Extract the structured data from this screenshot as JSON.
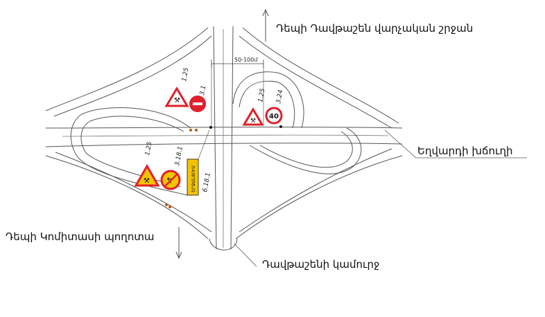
{
  "directions": {
    "north": "Դեպի Դավթաշեն վարչական շրջան",
    "south": "Դեպի Կոմիտասի պողոտա",
    "east": "Եղվարդի խճուղի",
    "bridge": "Դավթաշենի կամուրջ"
  },
  "dimension": "50-100մ",
  "sign_codes": {
    "s1": "1.25",
    "s2": "3.1",
    "s3": "1.25",
    "s4": "3.24",
    "s5": "1.25",
    "s6": "3.18.1",
    "s7": "6.18.1"
  },
  "speed_limit": "40",
  "detour_text": "ՇՐՋԱՆՑՈՒՄ",
  "colors": {
    "sign_red": "#e0202a",
    "sign_yellow": "#f5c400",
    "road": "#555555"
  }
}
